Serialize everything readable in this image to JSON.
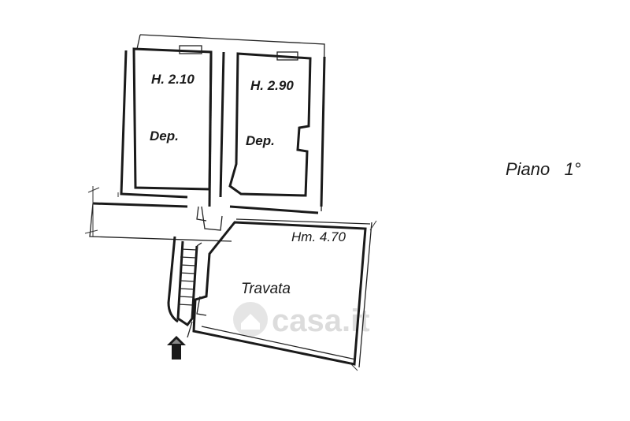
{
  "plan": {
    "floor_label": "Piano   1°",
    "rooms": [
      {
        "height_label": "H. 2.10",
        "use_label": "Dep."
      },
      {
        "height_label": "H. 2.90",
        "use_label": "Dep."
      },
      {
        "height_label": "Hm. 4.70",
        "use_label": "Travata"
      }
    ],
    "watermark": "casa.it",
    "colors": {
      "ink": "#1a1a1a",
      "watermark": "#d9d9d9",
      "background": "#ffffff"
    },
    "entrance_icon": "entrance-arrow-icon"
  }
}
